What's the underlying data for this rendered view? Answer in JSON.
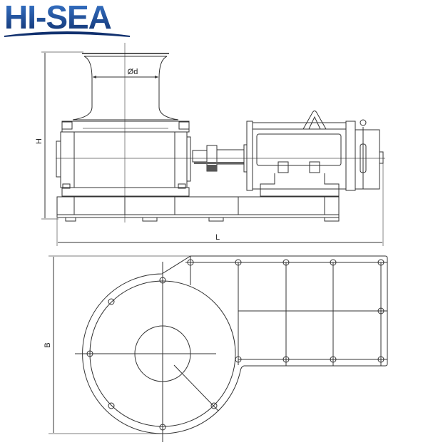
{
  "logo": {
    "text": "HI-SEA",
    "color_top": "#2a62b8",
    "color_bottom": "#10306e"
  },
  "labels": {
    "drum_diameter": "Ød",
    "height": "H",
    "length": "L",
    "width": "B"
  },
  "colors": {
    "line": "#333333",
    "background": "#ffffff"
  }
}
